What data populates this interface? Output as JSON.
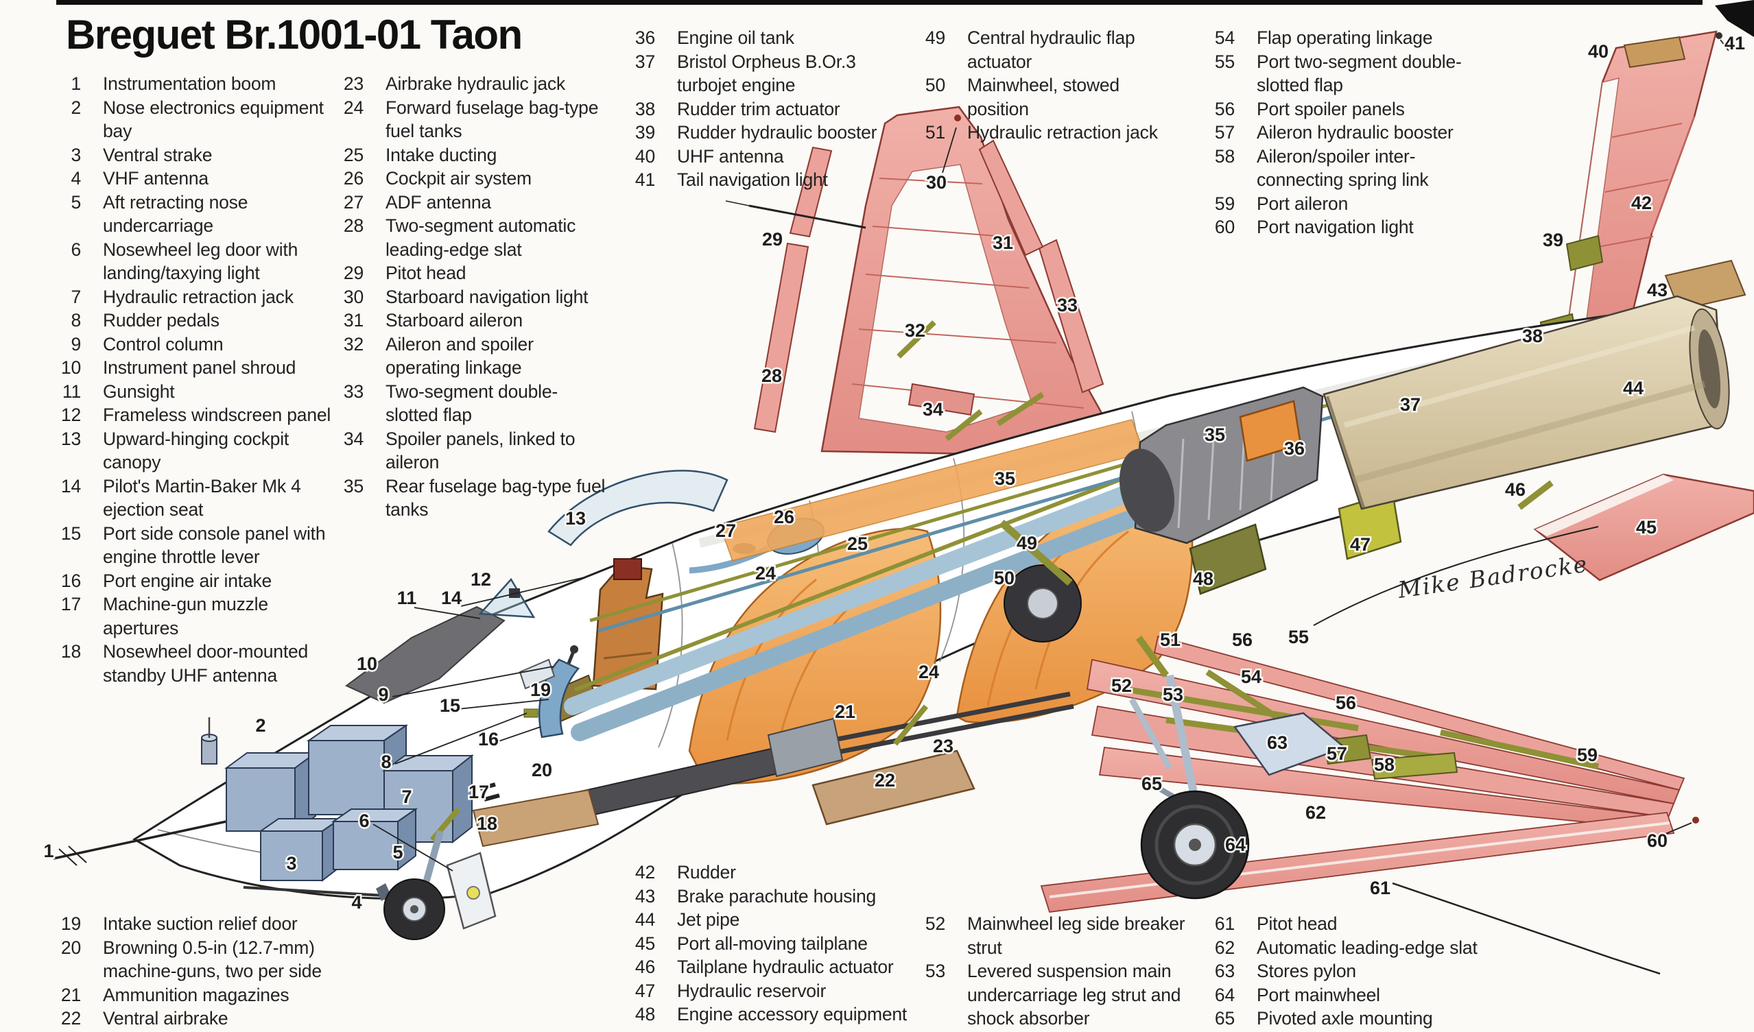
{
  "title": "Breguet Br.1001-01 Taon",
  "artist_signature": "Mike Badrocke",
  "colors": {
    "background": "#fbfaf6",
    "ink": "#1c1c1c",
    "surface_pink": "#eba29b",
    "surface_pink_dark": "#d9837c",
    "panel_line_red": "#8c3b34",
    "fuel_tank_orange": "#f0a85c",
    "fuel_tank_orange_dark": "#d97f2e",
    "equipment_blue": "#9db1ca",
    "duct_blue": "#9fc0d4",
    "cockpit_blue": "#7fa8c8",
    "linkage_olive": "#8f9136",
    "engine_gray": "#8a8a8f",
    "jetpipe_tan": "#d9cbaa",
    "door_tan": "#c9a276",
    "tire_black": "#2e2e31"
  },
  "legend": {
    "col1": {
      "items": [
        {
          "n": "1",
          "label": "Instrumentation boom"
        },
        {
          "n": "2",
          "label": "Nose electronics equipment\nbay"
        },
        {
          "n": "3",
          "label": "Ventral strake"
        },
        {
          "n": "4",
          "label": "VHF antenna"
        },
        {
          "n": "5",
          "label": "Aft retracting nose\nundercarriage"
        },
        {
          "n": "6",
          "label": "Nosewheel leg door with\nlanding/taxying light"
        },
        {
          "n": "7",
          "label": "Hydraulic retraction jack"
        },
        {
          "n": "8",
          "label": "Rudder pedals"
        },
        {
          "n": "9",
          "label": "Control column"
        },
        {
          "n": "10",
          "label": "Instrument panel shroud"
        },
        {
          "n": "11",
          "label": "Gunsight"
        },
        {
          "n": "12",
          "label": "Frameless windscreen panel"
        },
        {
          "n": "13",
          "label": "Upward-hinging cockpit\ncanopy"
        },
        {
          "n": "14",
          "label": "Pilot's Martin-Baker Mk 4\nejection seat"
        },
        {
          "n": "15",
          "label": "Port side console panel with\nengine throttle lever"
        },
        {
          "n": "16",
          "label": "Port engine air intake"
        },
        {
          "n": "17",
          "label": "Machine-gun muzzle\napertures"
        },
        {
          "n": "18",
          "label": "Nosewheel door-mounted\nstandby UHF antenna"
        }
      ]
    },
    "col2": {
      "items": [
        {
          "n": "23",
          "label": "Airbrake hydraulic jack"
        },
        {
          "n": "24",
          "label": "Forward fuselage bag-type\nfuel tanks"
        },
        {
          "n": "25",
          "label": "Intake ducting"
        },
        {
          "n": "26",
          "label": "Cockpit air system"
        },
        {
          "n": "27",
          "label": "ADF antenna"
        },
        {
          "n": "28",
          "label": "Two-segment automatic\nleading-edge slat"
        },
        {
          "n": "29",
          "label": "Pitot head"
        },
        {
          "n": "30",
          "label": "Starboard navigation light"
        },
        {
          "n": "31",
          "label": "Starboard aileron"
        },
        {
          "n": "32",
          "label": "Aileron and spoiler\noperating linkage"
        },
        {
          "n": "33",
          "label": "Two-segment double-\nslotted flap"
        },
        {
          "n": "34",
          "label": "Spoiler panels, linked to\naileron"
        },
        {
          "n": "35",
          "label": "Rear fuselage bag-type fuel\ntanks"
        }
      ]
    },
    "col3": {
      "items": [
        {
          "n": "36",
          "label": "Engine oil tank"
        },
        {
          "n": "37",
          "label": "Bristol Orpheus B.Or.3\nturbojet engine"
        },
        {
          "n": "38",
          "label": "Rudder trim actuator"
        },
        {
          "n": "39",
          "label": "Rudder hydraulic booster"
        },
        {
          "n": "40",
          "label": "UHF antenna"
        },
        {
          "n": "41",
          "label": "Tail navigation light"
        }
      ]
    },
    "col4": {
      "items": [
        {
          "n": "49",
          "label": "Central hydraulic flap\nactuator"
        },
        {
          "n": "50",
          "label": "Mainwheel, stowed\nposition"
        },
        {
          "n": "51",
          "label": "Hydraulic retraction jack"
        }
      ]
    },
    "col5": {
      "items": [
        {
          "n": "54",
          "label": "Flap operating linkage"
        },
        {
          "n": "55",
          "label": "Port two-segment double-\nslotted flap"
        },
        {
          "n": "56",
          "label": "Port spoiler panels"
        },
        {
          "n": "57",
          "label": "Aileron hydraulic booster"
        },
        {
          "n": "58",
          "label": "Aileron/spoiler inter-\nconnecting spring link"
        },
        {
          "n": "59",
          "label": "Port aileron"
        },
        {
          "n": "60",
          "label": "Port navigation light"
        }
      ]
    },
    "bottom_left": {
      "items": [
        {
          "n": "19",
          "label": "Intake suction relief door"
        },
        {
          "n": "20",
          "label": "Browning 0.5-in (12.7-mm)\nmachine-guns, two per side"
        },
        {
          "n": "21",
          "label": "Ammunition magazines"
        },
        {
          "n": "22",
          "label": "Ventral airbrake"
        }
      ]
    },
    "bottom_mid": {
      "items": [
        {
          "n": "42",
          "label": "Rudder"
        },
        {
          "n": "43",
          "label": "Brake parachute housing"
        },
        {
          "n": "44",
          "label": "Jet pipe"
        },
        {
          "n": "45",
          "label": "Port all-moving tailplane"
        },
        {
          "n": "46",
          "label": "Tailplane hydraulic actuator"
        },
        {
          "n": "47",
          "label": "Hydraulic reservoir"
        },
        {
          "n": "48",
          "label": "Engine accessory equipment"
        }
      ]
    },
    "bottom_mid2": {
      "items": [
        {
          "n": "52",
          "label": "Mainwheel leg side breaker\nstrut"
        },
        {
          "n": "53",
          "label": "Levered suspension main\nundercarriage leg strut and\nshock absorber"
        }
      ]
    },
    "bottom_right": {
      "items": [
        {
          "n": "61",
          "label": "Pitot head"
        },
        {
          "n": "62",
          "label": "Automatic leading-edge slat"
        },
        {
          "n": "63",
          "label": "Stores pylon"
        },
        {
          "n": "64",
          "label": "Port mainwheel"
        },
        {
          "n": "65",
          "label": "Pivoted axle mounting"
        }
      ]
    }
  },
  "callouts": [
    [
      1,
      71,
      1241
    ],
    [
      2,
      380,
      1058
    ],
    [
      3,
      425,
      1259
    ],
    [
      4,
      520,
      1316
    ],
    [
      5,
      580,
      1243
    ],
    [
      6,
      531,
      1197
    ],
    [
      7,
      593,
      1162
    ],
    [
      8,
      563,
      1111
    ],
    [
      9,
      559,
      1013
    ],
    [
      10,
      535,
      968
    ],
    [
      11,
      593,
      872
    ],
    [
      12,
      701,
      845
    ],
    [
      13,
      839,
      756
    ],
    [
      14,
      658,
      872
    ],
    [
      15,
      656,
      1029
    ],
    [
      16,
      712,
      1078
    ],
    [
      17,
      698,
      1155
    ],
    [
      18,
      710,
      1201
    ],
    [
      19,
      788,
      1006
    ],
    [
      20,
      790,
      1123
    ],
    [
      21,
      1232,
      1038
    ],
    [
      22,
      1290,
      1138
    ],
    [
      23,
      1375,
      1088
    ],
    [
      24,
      1116,
      836
    ],
    [
      24,
      1354,
      980
    ],
    [
      25,
      1250,
      793
    ],
    [
      26,
      1143,
      754
    ],
    [
      27,
      1058,
      774
    ],
    [
      28,
      1125,
      548
    ],
    [
      29,
      1126,
      349
    ],
    [
      30,
      1365,
      266
    ],
    [
      31,
      1462,
      354
    ],
    [
      32,
      1334,
      482
    ],
    [
      33,
      1556,
      445
    ],
    [
      34,
      1360,
      597
    ],
    [
      35,
      1465,
      698
    ],
    [
      35,
      1771,
      634
    ],
    [
      36,
      1887,
      654
    ],
    [
      37,
      2056,
      590
    ],
    [
      38,
      2234,
      490
    ],
    [
      39,
      2264,
      350
    ],
    [
      40,
      2330,
      75
    ],
    [
      41,
      2529,
      63
    ],
    [
      42,
      2393,
      296
    ],
    [
      43,
      2416,
      423
    ],
    [
      44,
      2381,
      566
    ],
    [
      45,
      2400,
      769
    ],
    [
      46,
      2209,
      714
    ],
    [
      47,
      1983,
      794
    ],
    [
      48,
      1754,
      844
    ],
    [
      49,
      1497,
      792
    ],
    [
      50,
      1464,
      843
    ],
    [
      51,
      1706,
      933
    ],
    [
      52,
      1635,
      1000
    ],
    [
      53,
      1710,
      1013
    ],
    [
      54,
      1824,
      987
    ],
    [
      55,
      1893,
      929
    ],
    [
      56,
      1811,
      933
    ],
    [
      56,
      1962,
      1025
    ],
    [
      57,
      1949,
      1099
    ],
    [
      58,
      2018,
      1115
    ],
    [
      59,
      2314,
      1101
    ],
    [
      60,
      2416,
      1226
    ],
    [
      61,
      2012,
      1295
    ],
    [
      62,
      1918,
      1185
    ],
    [
      63,
      1862,
      1083
    ],
    [
      64,
      1801,
      1232
    ],
    [
      65,
      1679,
      1143
    ]
  ]
}
